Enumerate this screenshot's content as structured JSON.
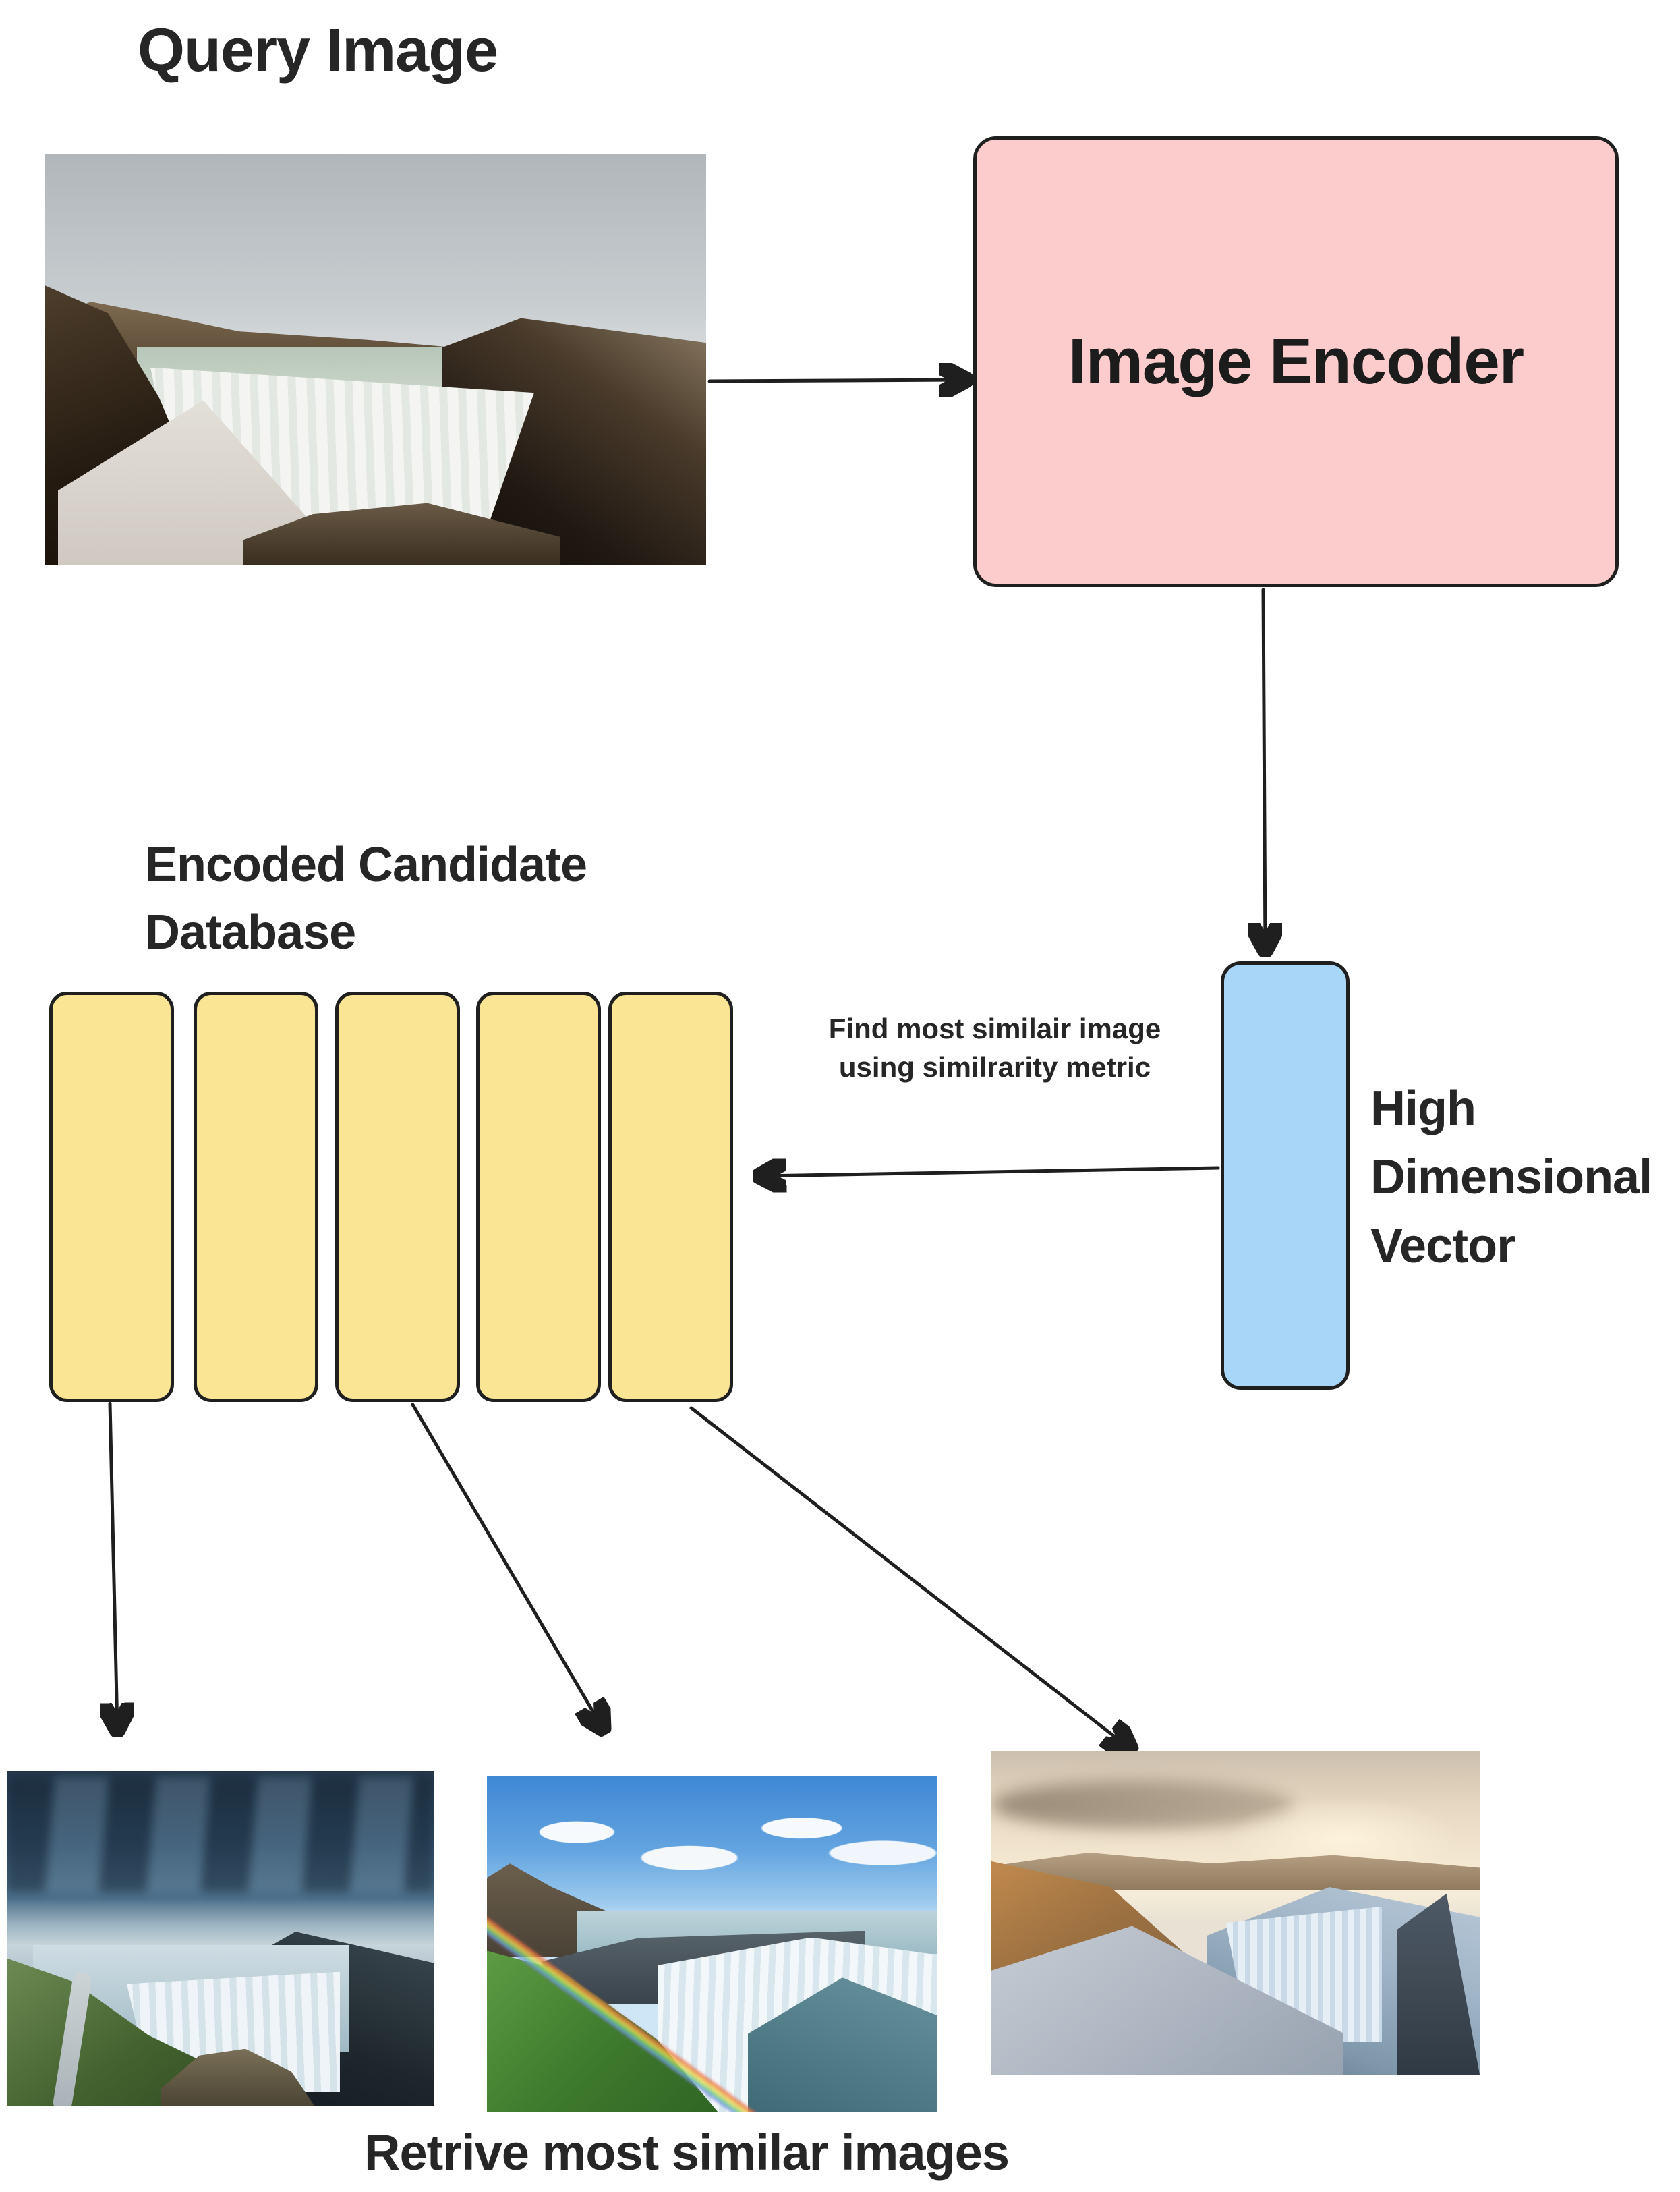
{
  "title": "Query Image",
  "encoder": {
    "label": "Image Encoder"
  },
  "database": {
    "label_line1": "Encoded Candidate",
    "label_line2": "Database",
    "bar_count": 5
  },
  "vector_label": {
    "line1": "High",
    "line2": "Dimensional",
    "line3": "Vector"
  },
  "annotation": {
    "line1": "Find most similair image",
    "line2": "using similrarity metric"
  },
  "caption": "Retrive most similar images",
  "photos": {
    "query": "Vintage film photo of Gullfoss waterfall under hazy grey sky",
    "result_1": "Gullfoss waterfall under dark stormy clouds with green mossy slope and footpath",
    "result_2": "Gullfoss waterfall on a sunny day with a rainbow over the green bank",
    "result_3": "Frosty Gullfoss canyon at golden sunrise"
  },
  "icons": {
    "arrow_query_to_encoder": "right-arrow",
    "arrow_encoder_to_vector": "down-arrow",
    "arrow_vector_to_database": "left-arrow",
    "arrow_bar1_to_result1": "down-arrow",
    "arrow_bar3_to_result2": "down-right-arrow",
    "arrow_bar5_to_result3": "down-right-arrow"
  },
  "colors": {
    "encoder_fill": "#fccbcb",
    "vector_fill": "#a7d6f9",
    "bar_fill": "#fae594",
    "stroke": "#1f1f1f",
    "text": "#262626"
  }
}
